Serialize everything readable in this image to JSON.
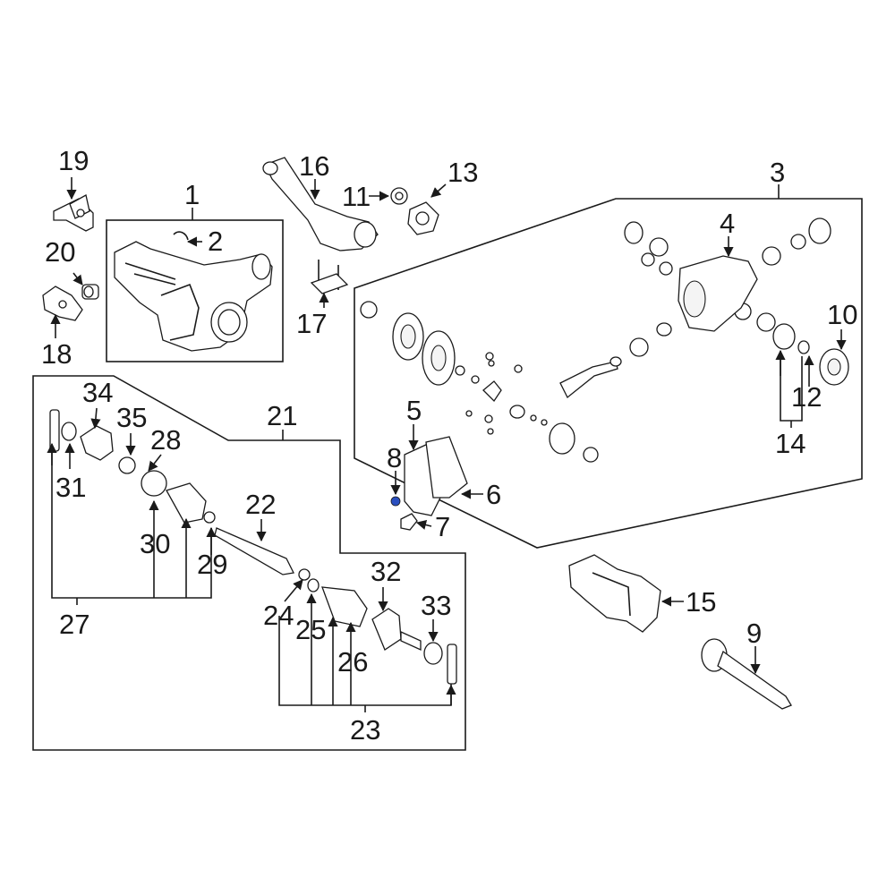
{
  "callouts": {
    "c1": "1",
    "c2": "2",
    "c3": "3",
    "c4": "4",
    "c5": "5",
    "c6": "6",
    "c7": "7",
    "c8": "8",
    "c9": "9",
    "c10": "10",
    "c11": "11",
    "c12": "12",
    "c13": "13",
    "c14": "14",
    "c15": "15",
    "c16": "16",
    "c17": "17",
    "c18": "18",
    "c19": "19",
    "c20": "20",
    "c21": "21",
    "c22": "22",
    "c23": "23",
    "c24": "24",
    "c25": "25",
    "c26": "26",
    "c27": "27",
    "c28": "28",
    "c29": "29",
    "c30": "30",
    "c31": "31",
    "c32": "32",
    "c33": "33",
    "c34": "34",
    "c35": "35"
  },
  "colors": {
    "line": "#1a1a1a",
    "highlight": "#2a4fbf",
    "background": "#ffffff"
  },
  "highlighted_part": "8"
}
